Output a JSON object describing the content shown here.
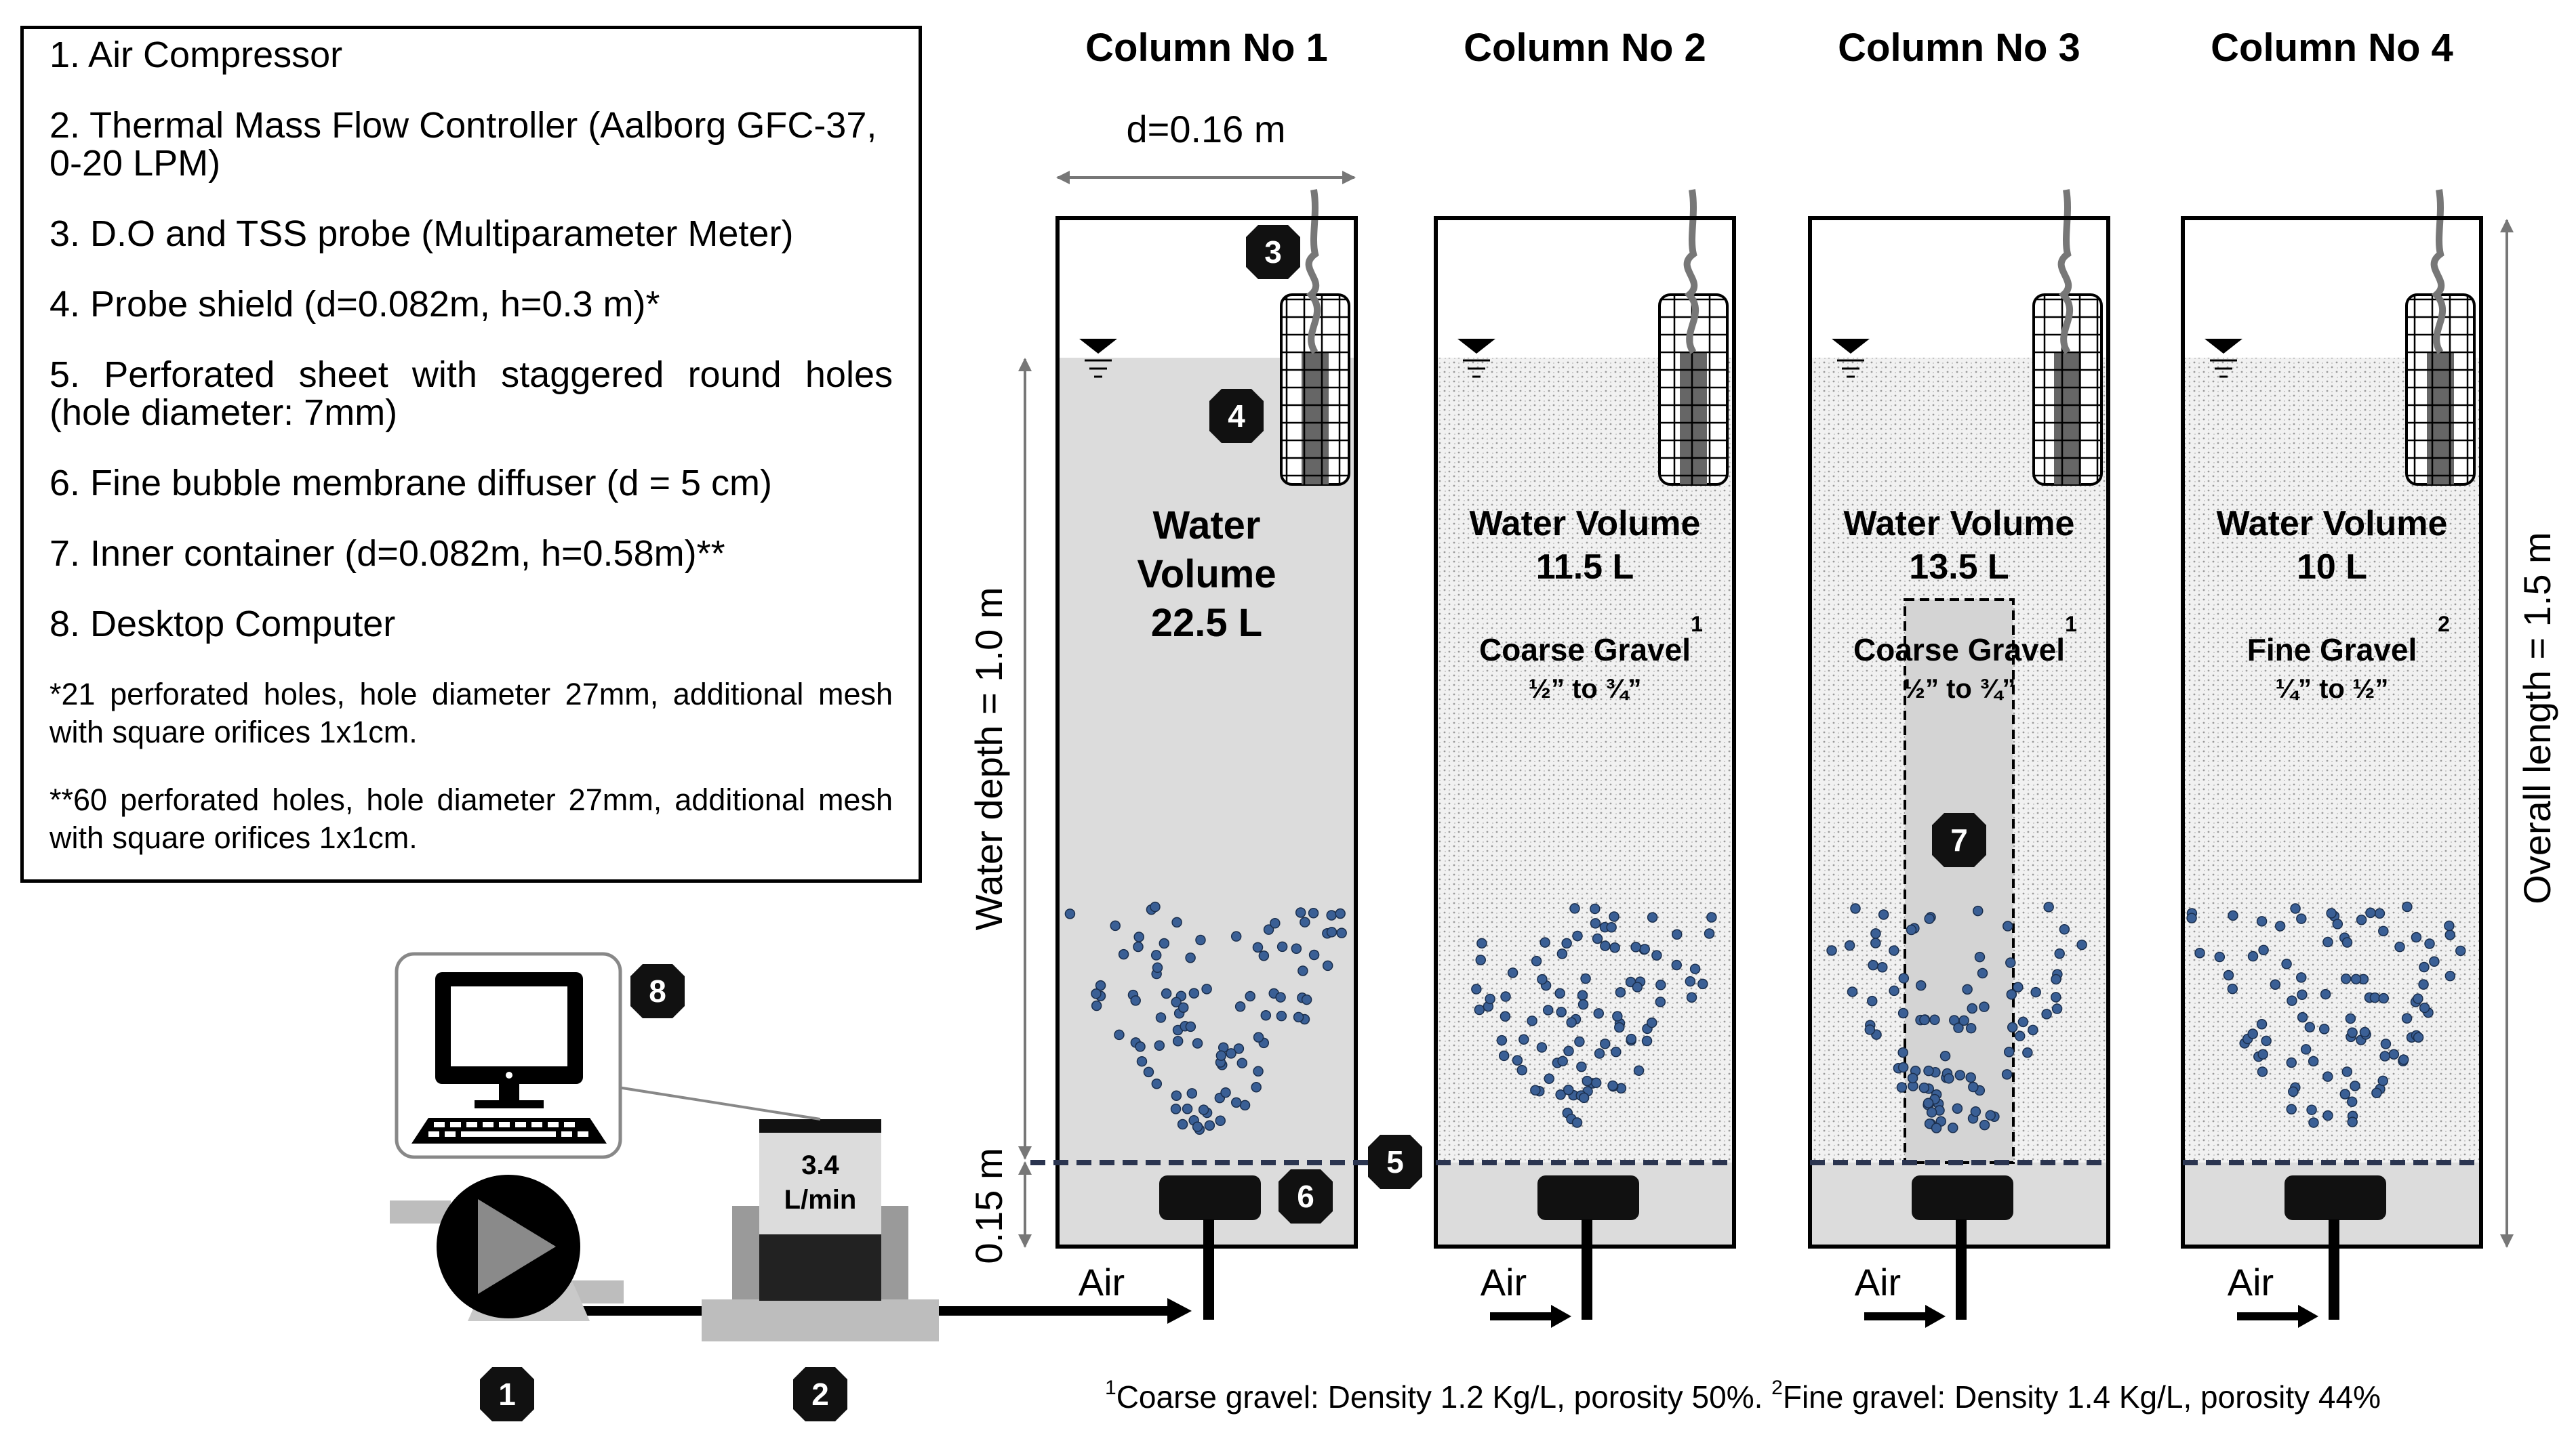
{
  "legend": {
    "items": [
      "1. Air Compressor",
      "2. Thermal Mass Flow Controller (Aalborg GFC-37, 0-20 LPM)",
      "3. D.O and TSS probe (Multiparameter Meter)",
      "4. Probe shield (d=0.082m, h=0.3 m)*",
      "5. Perforated sheet with staggered round holes (hole diameter: 7mm)",
      "6. Fine bubble membrane diffuser (d = 5 cm)",
      "7. Inner container (d=0.082m, h=0.58m)**",
      "8. Desktop Computer"
    ],
    "notes": [
      "*21 perforated holes, hole diameter 27mm, additional mesh with square orifices 1x1cm.",
      "**60 perforated holes, hole diameter 27mm, additional mesh with square orifices 1x1cm."
    ]
  },
  "columns": [
    {
      "title": "Column No 1",
      "volume_lines": [
        "Water",
        "Volume",
        "22.5 L"
      ],
      "media_name": "",
      "media_sup": "",
      "media_size": "",
      "filled": false,
      "inner": false
    },
    {
      "title": "Column No 2",
      "volume_lines": [
        "Water Volume",
        "11.5 L"
      ],
      "media_name": "Coarse Gravel",
      "media_sup": "1",
      "media_size": "½” to ¾”",
      "filled": true,
      "inner": false
    },
    {
      "title": "Column No 3",
      "volume_lines": [
        "Water Volume",
        "13.5 L"
      ],
      "media_name": "Coarse Gravel",
      "media_sup": "1",
      "media_size": "½” to ¾”",
      "filled": true,
      "inner": true
    },
    {
      "title": "Column No 4",
      "volume_lines": [
        "Water Volume",
        "10 L"
      ],
      "media_name": "Fine Gravel",
      "media_sup": "2",
      "media_size": "¼” to ½”",
      "filled": true,
      "inner": false
    }
  ],
  "dimensions": {
    "diameter": "d=0.16 m",
    "water_depth": "Water depth = 1.0 m",
    "base_height": "0.15 m",
    "overall_length": "Overall length = 1.5 m"
  },
  "air_label": "Air",
  "flow_display": [
    "3.4",
    "L/min"
  ],
  "markers": {
    "compressor": "1",
    "flow_controller": "2",
    "probe": "3",
    "shield": "4",
    "perforated_sheet": "5",
    "diffuser": "6",
    "inner_container": "7",
    "computer": "8"
  },
  "footnote": {
    "sup1": "1",
    "text1": "Coarse gravel: Density 1.2 Kg/L,  porosity 50%.",
    "sup2": "2",
    "text2": "Fine gravel: Density 1.4 Kg/L,  porosity 44%"
  },
  "colors": {
    "water": "#dcdcdc",
    "gravel_bg": "#f1f1f1",
    "bubble": "#3a5f95",
    "pipe": "#000000",
    "shield": "#666666",
    "marker": "#111111"
  }
}
